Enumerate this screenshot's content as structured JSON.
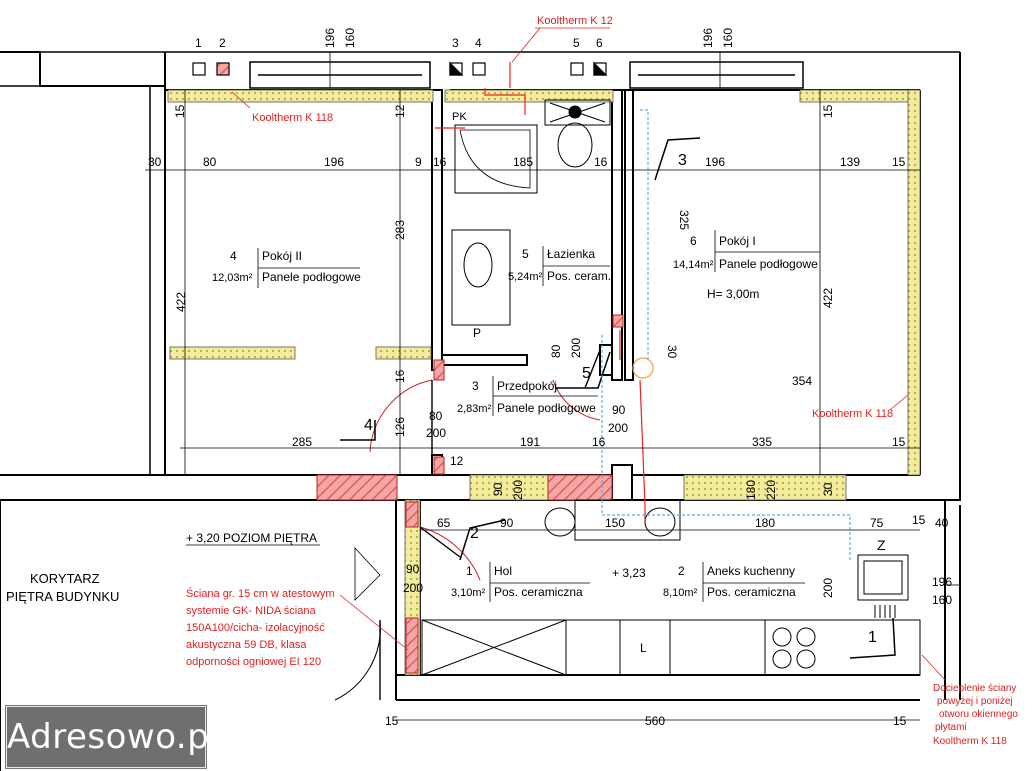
{
  "watermark": "Adresowo.pl",
  "rooms": {
    "pokoj2": {
      "num": "4",
      "name": "Pokój II",
      "area": "12,03m²",
      "finish": "Panele podłogowe"
    },
    "lazienka": {
      "num": "5",
      "name": "Łazienka",
      "area": "5,24m²",
      "finish": "Pos. ceram."
    },
    "pokoj1": {
      "num": "6",
      "name": "Pokój I",
      "area": "14,14m²",
      "finish": "Panele podłogowe",
      "height": "H= 3,00m"
    },
    "przedpokoj": {
      "num": "3",
      "name": "Przedpokój",
      "area": "2,83m²",
      "finish": "Panele podłogowe"
    },
    "hol": {
      "num": "1",
      "name": "Hol",
      "area": "3,10m²",
      "finish": "Pos. ceramiczna"
    },
    "aneks": {
      "num": "2",
      "name": "Aneks kuchenny",
      "area": "8,10m²",
      "finish": "Pos. ceramiczna"
    }
  },
  "labels": {
    "korytarz1": "KORYTARZ",
    "korytarz2": "PIĘTRA BUDYNKU",
    "poziom": "+ 3,20  POZIOM PIĘTRA",
    "level323": "+ 3,23",
    "kooltherm_k12": "Kooltherm K 12",
    "kooltherm_k118": "Kooltherm K 118",
    "pk": "PK",
    "p": "P",
    "l": "L",
    "z": "Z",
    "wall_note": [
      "Ściana gr. 15 cm w atestowym",
      "systemie GK- NIDA ściana",
      "150A100/cicha- izolacyjność",
      "akustyczna 59 DB, klasa",
      "odporności ogniowej EI 120"
    ],
    "insulation_note": [
      "Docieplenie ściany",
      "powyżej i poniżej",
      "otworu okiennego",
      "płytami",
      "Kooltherm K 118"
    ]
  },
  "window_numbers": [
    "1",
    "2",
    "3",
    "4",
    "5",
    "6"
  ],
  "door_numbers": [
    "1",
    "2",
    "3",
    "4",
    "5"
  ],
  "dims": {
    "w196": "196",
    "w160": "160",
    "d15": "15",
    "d30": "30",
    "d80": "80",
    "d9": "9",
    "d16": "16",
    "d185": "185",
    "d139": "139",
    "d12": "12",
    "d283": "283",
    "d422": "422",
    "d325": "325",
    "d285": "285",
    "d191": "191",
    "d335": "335",
    "d354": "354",
    "d126": "126",
    "d200": "200",
    "d90": "90",
    "d180": "180",
    "d220": "220",
    "d65": "65",
    "d150": "150",
    "d75": "75",
    "d40": "40",
    "d560": "560"
  }
}
